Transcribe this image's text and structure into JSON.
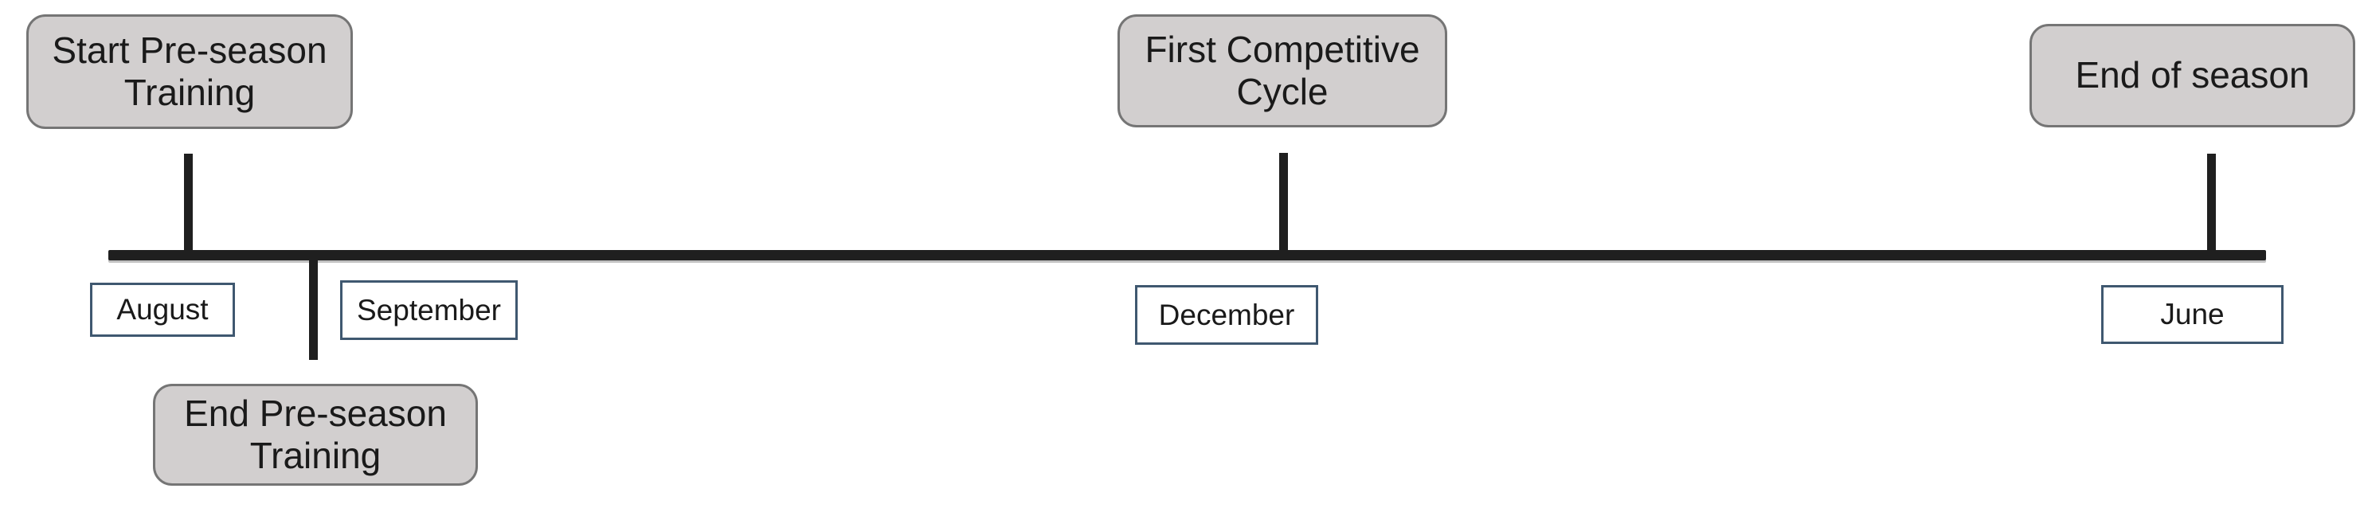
{
  "diagram_type": "season-timeline",
  "events": [
    {
      "id": "start-preseason-training",
      "label": "Start Pre-season Training",
      "position": "above-line",
      "month": "August"
    },
    {
      "id": "end-preseason-training",
      "label": "End Pre-season Training",
      "position": "below-line",
      "month": "September"
    },
    {
      "id": "first-competitive-cycle",
      "label": "First Competitive Cycle",
      "position": "above-line",
      "month": "December"
    },
    {
      "id": "end-of-season",
      "label": "End of season",
      "position": "above-line",
      "month": "June"
    }
  ],
  "months": [
    {
      "label": "August"
    },
    {
      "label": "September"
    },
    {
      "label": "December"
    },
    {
      "label": "June"
    }
  ],
  "colors": {
    "line": "#1f1f1f",
    "event_box_fill": "#d2cfcf",
    "event_box_border": "#757575",
    "month_box_border": "#3f5870",
    "text": "#1a1a1a",
    "background": "#ffffff"
  }
}
